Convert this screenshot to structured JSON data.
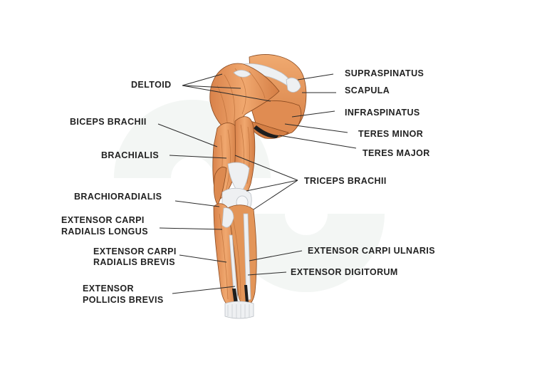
{
  "labels": {
    "deltoid": "DELTOID",
    "biceps_brachii": "BICEPS BRACHII",
    "brachialis": "BRACHIALIS",
    "brachioradialis": "BRACHIORADIALIS",
    "ecr_longus_1": "EXTENSOR CARPI",
    "ecr_longus_2": "RADIALIS LONGUS",
    "ecr_brevis_1": "EXTENSOR CARPI",
    "ecr_brevis_2": "RADIALIS BREVIS",
    "epb_1": "EXTENSOR",
    "epb_2": "POLLICIS BREVIS",
    "supraspinatus": "SUPRASPINATUS",
    "scapula": "SCAPULA",
    "infraspinatus": "INFRASPINATUS",
    "teres_minor": "TERES MINOR",
    "teres_major": "TERES MAJOR",
    "triceps_brachii": "TRICEPS BRACHII",
    "extensor_carpi_ulnaris": "EXTENSOR CARPI ULNARIS",
    "extensor_digitorum": "EXTENSOR DIGITORUM"
  },
  "colors": {
    "muscle": "#e8975a",
    "muscle_light": "#f2b27c",
    "muscle_dark": "#c9763c",
    "tendon": "#eef0f2",
    "text": "#222222",
    "watermark": "#f3f6f4"
  }
}
